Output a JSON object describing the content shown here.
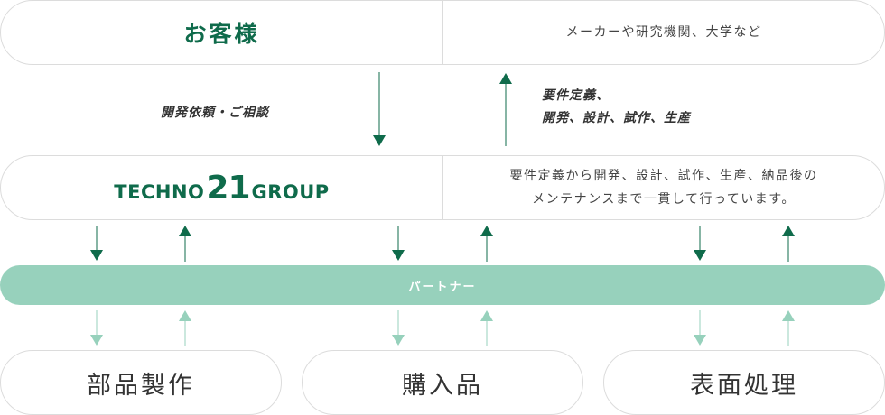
{
  "customer": {
    "title": "お客様",
    "examples": "メーカーや研究機関、大学など"
  },
  "flows": {
    "request_label": "開発依頼・ご相談",
    "deliver_line1": "要件定義、",
    "deliver_line2": "開発、設計、試作、生産"
  },
  "company": {
    "logo_prefix": "TECHNO",
    "logo_number": "21",
    "logo_suffix": "GROUP",
    "desc_line1": "要件定義から開発、設計、試作、生産、納品後の",
    "desc_line2": "メンテナンスまで一貫して行っています。"
  },
  "partner": {
    "label": "パートナー"
  },
  "categories": [
    "部品製作",
    "購入品",
    "表面処理"
  ],
  "colors": {
    "dark_green": "#0f6b4b",
    "light_green": "#97d1bc",
    "border": "#dcdcdc"
  }
}
